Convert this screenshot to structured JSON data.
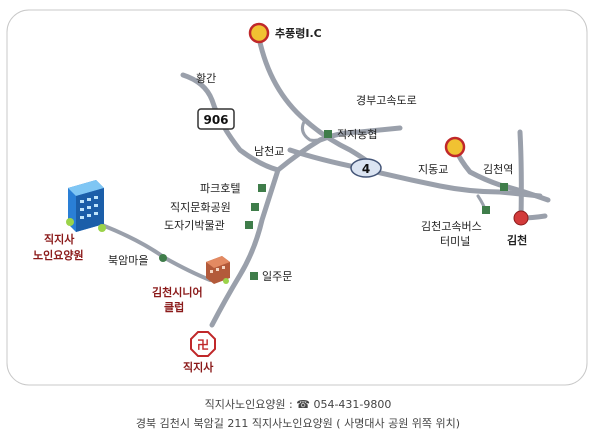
{
  "map": {
    "places": {
      "chupungnyeong": "추풍령I.C",
      "hwanggan": "황간",
      "expressway": "경부고속도로",
      "jikji_nonghyup": "직지농협",
      "namcheongyo": "남천교",
      "jidonggyo": "지동교",
      "gimcheon_station": "김천역",
      "park_hotel": "파크호텔",
      "jikji_park": "직지문화공원",
      "ceramic_museum": "도자기박물관",
      "bus_terminal_1": "김천고속버스",
      "bus_terminal_2": "터미널",
      "gimcheon": "김천",
      "nursing_home_1": "직지사",
      "nursing_home_2": "노인요양원",
      "bugam_village": "북암마을",
      "senior_club_1": "김천시니어",
      "senior_club_2": "클럽",
      "iljumun": "일주문",
      "jikjisa": "직지사",
      "route_906": "906",
      "route_4": "4"
    }
  },
  "footer": {
    "org_label": "직지사노인요양원 :",
    "phone_icon": "phone-icon",
    "phone": "054-431-9800",
    "address": "경북 김천시 북암길 211  직지사노인요양원 ( 사명대사 공원 위쪽 위치)"
  },
  "colors": {
    "road": "#9aa0ab",
    "highway_marker": "#f1c232",
    "highway_marker_ring": "#c0282a",
    "landmark_square": "#3f7d4a",
    "frame": "#c8c8c8"
  }
}
